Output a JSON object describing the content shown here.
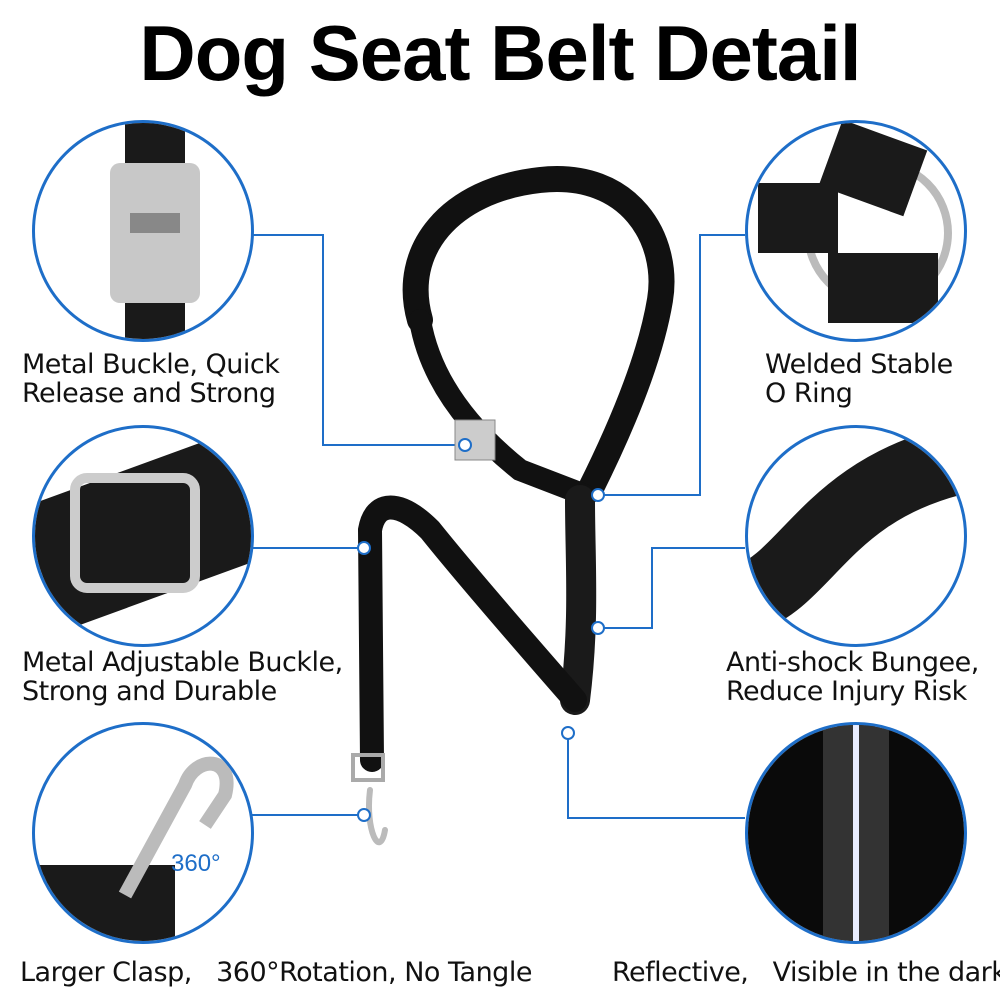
{
  "title": "Dog Seat Belt Detail",
  "accent_color": "#1e6ec8",
  "features": [
    {
      "line1": "Metal Buckle, Quick",
      "line2": "Release and Strong"
    },
    {
      "line1": "Welded Stable",
      "line2": "O Ring"
    },
    {
      "line1": "Metal Adjustable Buckle,",
      "line2": "Strong and Durable"
    },
    {
      "line1": "Anti-shock Bungee,",
      "line2": "Reduce Injury Risk"
    },
    {
      "line1": "Larger Clasp,   360°Rotation, No Tangle"
    },
    {
      "line1": "Reflective,   Visible in the dark"
    }
  ],
  "rotation_label": "360°"
}
